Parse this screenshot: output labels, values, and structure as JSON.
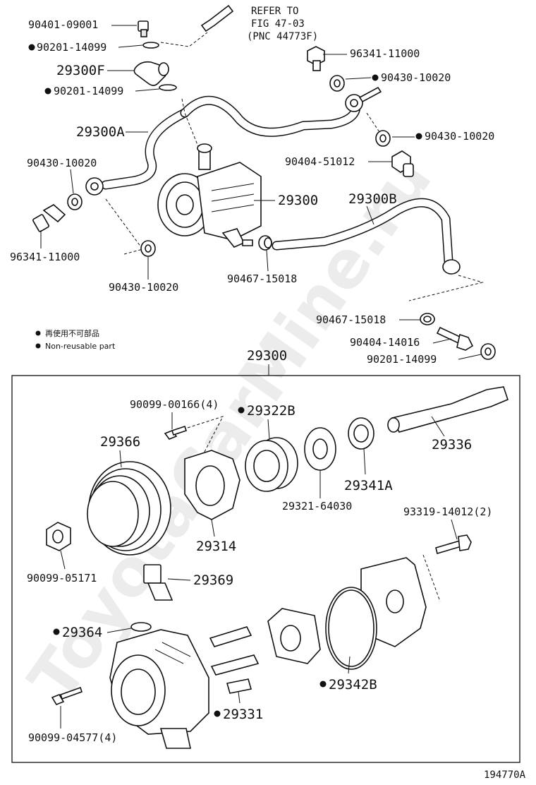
{
  "diagram_id": "194770A",
  "watermark": "ToyotaCarMine.ru",
  "reference": {
    "line1": "REFER TO",
    "line2": "FIG 47-03",
    "line3": "(PNC 44773F)"
  },
  "legend": {
    "line_jp": "再使用不可部品",
    "line_en": "Non-reusable part"
  },
  "top_labels": {
    "p90401_09001": "90401-09001",
    "p90201_14099_a": "90201-14099",
    "p29300F": "29300F",
    "p90201_14099_b": "90201-14099",
    "p29300A": "29300A",
    "p90430_10020_left": "90430-10020",
    "p96341_11000_left": "96341-11000",
    "p90430_10020_bottom": "90430-10020",
    "p96341_11000_right": "96341-11000",
    "p90430_10020_right_a": "90430-10020",
    "p90430_10020_right_b": "90430-10020",
    "p90404_51012": "90404-51012",
    "p29300": "29300",
    "p29300B": "29300B",
    "p90467_15018_mid": "90467-15018",
    "p90467_15018_right": "90467-15018",
    "p90404_14016": "90404-14016",
    "p90201_14099_c": "90201-14099"
  },
  "box_title": "29300",
  "box_labels": {
    "p90099_00166": "90099-00166(4)",
    "p29322B": "29322B",
    "p29366": "29366",
    "p29336": "29336",
    "p29341A": "29341A",
    "p29321_64030": "29321-64030",
    "p29314": "29314",
    "p93319_14012": "93319-14012(2)",
    "p90099_05171": "90099-05171",
    "p29369": "29369",
    "p29364": "29364",
    "p29342B": "29342B",
    "p29331": "29331",
    "p90099_04577": "90099-04577(4)"
  }
}
